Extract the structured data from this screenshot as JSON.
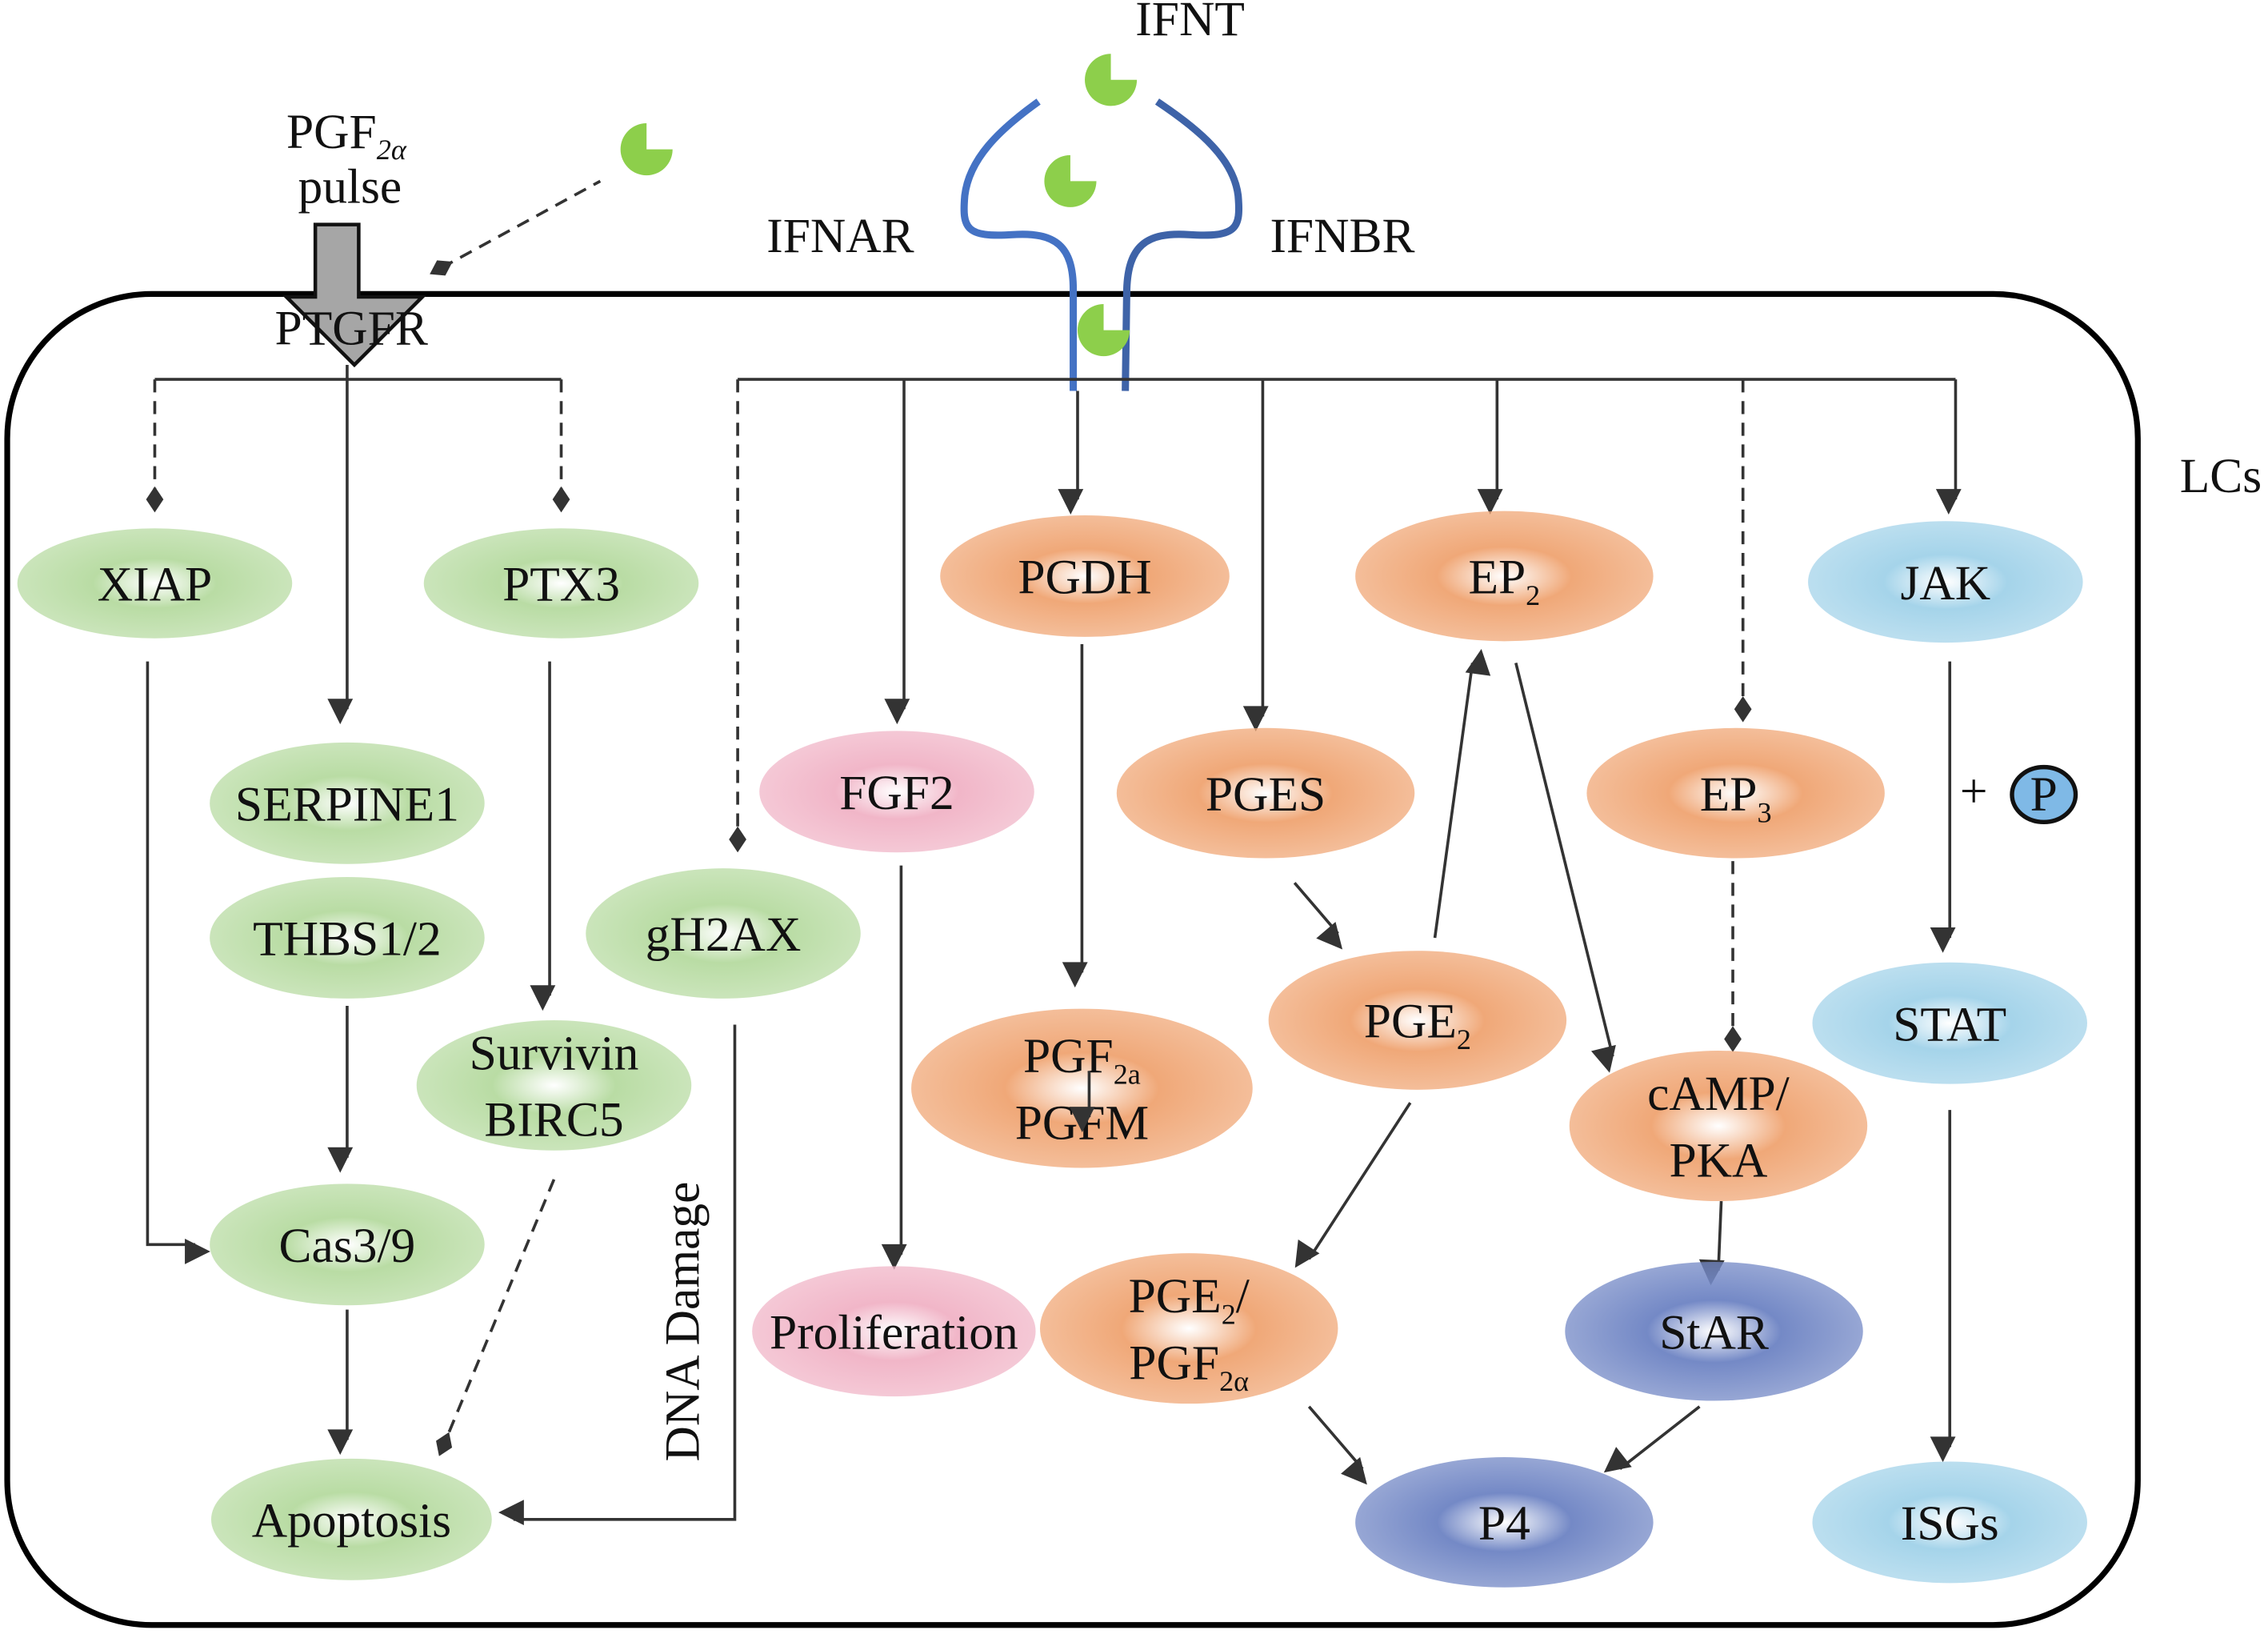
{
  "palette": {
    "green": "#b9dca4",
    "orange": "#f0a878",
    "pink": "#f1b6c8",
    "lightblue": "#a5d4ea",
    "darkblue": "#7489c6",
    "ligand": "#8dcf4b",
    "receptor": "#4472c4",
    "cell_border": "#000000",
    "pulse_arrow": "#a6a6a6"
  },
  "external": {
    "ifnt": "IFNT",
    "ifnar": "IFNAR",
    "ifnbr": "IFNBR",
    "pgf_pulse_main": "PGF",
    "pgf_pulse_sub": "2α",
    "pgf_pulse_line2": "pulse",
    "ptgfr": "PTGFR",
    "cell_label": "LCs",
    "dna_damage": "DNA Damage",
    "phospho_plus": "+",
    "phospho_p": "P"
  },
  "nodes": [
    {
      "id": "xiap",
      "color": "green",
      "lines": [
        {
          "text": "XIAP"
        }
      ]
    },
    {
      "id": "ptx3",
      "color": "green",
      "lines": [
        {
          "text": "PTX3"
        }
      ]
    },
    {
      "id": "serpine1",
      "color": "green",
      "lines": [
        {
          "text": "SERPINE1"
        }
      ]
    },
    {
      "id": "thbs",
      "color": "green",
      "lines": [
        {
          "text": "THBS1/2"
        }
      ]
    },
    {
      "id": "survivin",
      "color": "green",
      "lines": [
        {
          "text": "Survivin"
        },
        {
          "text": "BIRC5"
        }
      ]
    },
    {
      "id": "cas",
      "color": "green",
      "lines": [
        {
          "text": "Cas3/9"
        }
      ]
    },
    {
      "id": "apoptosis",
      "color": "green",
      "lines": [
        {
          "text": "Apoptosis"
        }
      ]
    },
    {
      "id": "gh2ax",
      "color": "green",
      "lines": [
        {
          "text": "gH2AX"
        }
      ]
    },
    {
      "id": "fgf2",
      "color": "pink",
      "lines": [
        {
          "text": "FGF2"
        }
      ]
    },
    {
      "id": "proliferation",
      "color": "pink",
      "lines": [
        {
          "text": "Proliferation"
        }
      ]
    },
    {
      "id": "pgdh",
      "color": "orange",
      "lines": [
        {
          "text": "PGDH"
        }
      ]
    },
    {
      "id": "pgfm",
      "color": "orange",
      "lines": [
        {
          "text": "PGF",
          "sub": "2a"
        },
        {
          "text": "PGFM"
        }
      ]
    },
    {
      "id": "pges",
      "color": "orange",
      "lines": [
        {
          "text": "PGES"
        }
      ]
    },
    {
      "id": "pge2",
      "color": "orange",
      "lines": [
        {
          "text": "PGE",
          "sub": "2"
        }
      ]
    },
    {
      "id": "pge2pgf",
      "color": "orange",
      "lines": [
        {
          "text": "PGE",
          "sub": "2",
          "after": "/"
        },
        {
          "text": "PGF",
          "sub": "2α"
        }
      ]
    },
    {
      "id": "ep2",
      "color": "orange",
      "lines": [
        {
          "text": "EP",
          "sub": "2"
        }
      ]
    },
    {
      "id": "ep3",
      "color": "orange",
      "lines": [
        {
          "text": "EP",
          "sub": "3"
        }
      ]
    },
    {
      "id": "camp",
      "color": "orange",
      "lines": [
        {
          "text": "cAMP/"
        },
        {
          "text": "PKA"
        }
      ]
    },
    {
      "id": "star",
      "color": "darkblue",
      "lines": [
        {
          "text": "StAR"
        }
      ]
    },
    {
      "id": "p4",
      "color": "darkblue",
      "lines": [
        {
          "text": "P4"
        }
      ]
    },
    {
      "id": "jak",
      "color": "lightblue",
      "lines": [
        {
          "text": "JAK"
        }
      ]
    },
    {
      "id": "stat",
      "color": "lightblue",
      "lines": [
        {
          "text": "STAT"
        }
      ]
    },
    {
      "id": "isgs",
      "color": "lightblue",
      "lines": [
        {
          "text": "ISGs"
        }
      ]
    }
  ]
}
